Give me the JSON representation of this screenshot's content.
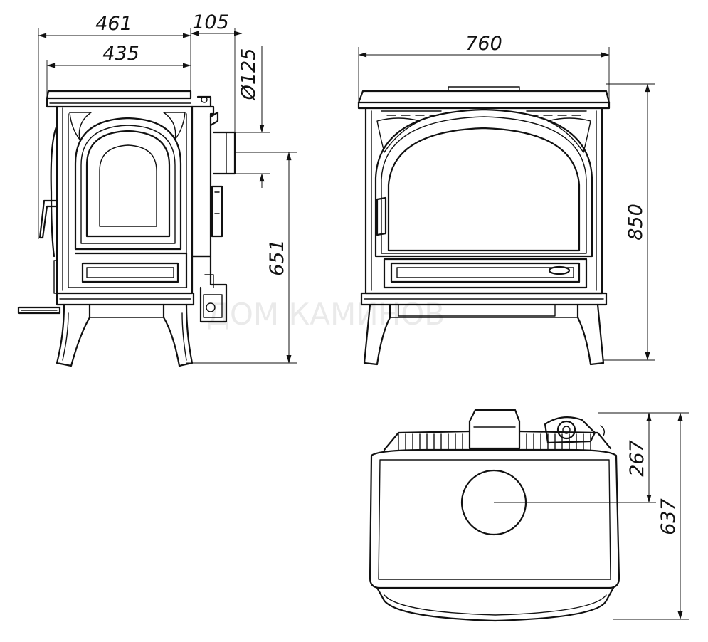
{
  "dimensions": {
    "side_depth_total": "461",
    "side_depth_body": "435",
    "flue_offset": "105",
    "flue_diameter": "Ø125",
    "flue_height": "651",
    "front_width": "760",
    "front_height": "850",
    "top_flue_offset": "267",
    "top_depth": "637"
  }
}
